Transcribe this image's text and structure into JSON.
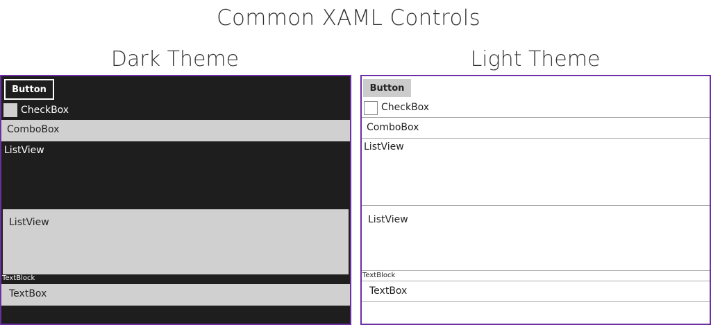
{
  "title": "Common XAML Controls",
  "dark_theme": {
    "heading": "Dark Theme",
    "button_label": "Button",
    "checkbox_label": "CheckBox",
    "combobox_label": "ComboBox",
    "listview1_label": "ListView",
    "listview2_label": "ListView",
    "textblock_label": "TextBlock",
    "textbox_label": "TextBox"
  },
  "light_theme": {
    "heading": "Light Theme",
    "button_label": "Button",
    "checkbox_label": "CheckBox",
    "combobox_label": "ComboBox",
    "listview1_label": "ListView",
    "listview2_label": "ListView",
    "textblock_label": "TextBlock",
    "textbox_label": "TextBox"
  },
  "colors": {
    "panel_border": "#6b2ea3",
    "dark_background": "#1e1e1e",
    "light_control_fill": "#d0d0d0"
  }
}
